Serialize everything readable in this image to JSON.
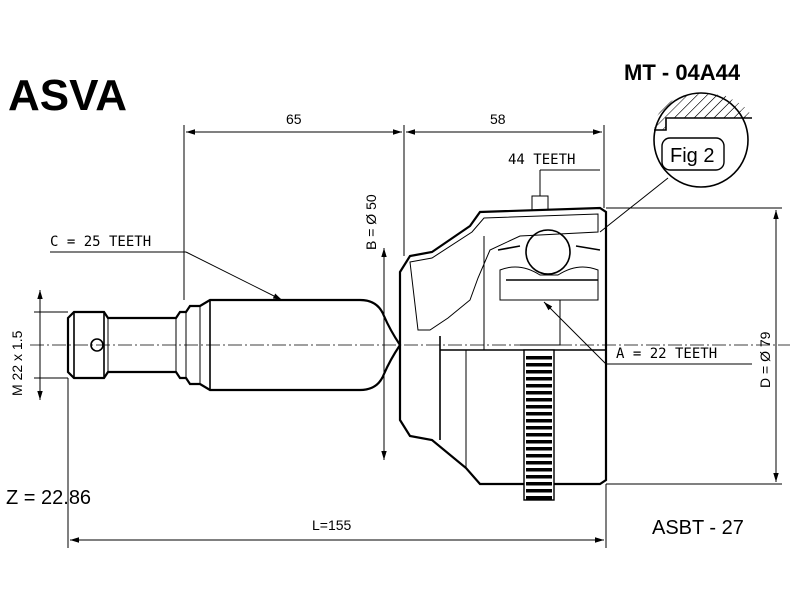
{
  "brand": "ASVA",
  "part_number": "MT - 04A44",
  "catalog_code": "ASBT - 27",
  "z_value": "Z = 22.86",
  "fig_label": "Fig 2",
  "dimensions": {
    "dim_65": "65",
    "dim_58": "58",
    "total_length": "L=155",
    "b_diameter": "B = Ø 50",
    "d_diameter": "D = Ø 79",
    "thread": "M 22 x 1.5"
  },
  "teeth": {
    "abs_ring": "44 TEETH",
    "outer_spline": "C = 25 TEETH",
    "inner_spline": "A = 22 TEETH"
  }
}
